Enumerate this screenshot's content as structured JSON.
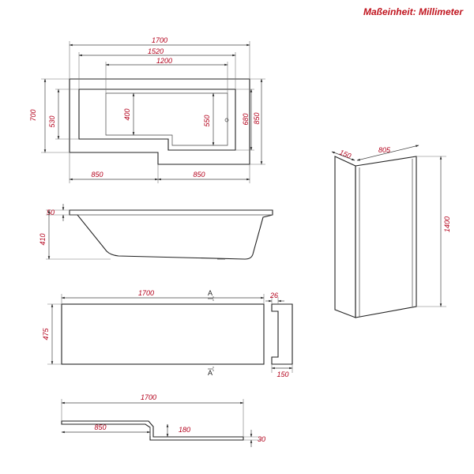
{
  "unit_note": "Maßeinheit: Millimeter",
  "colors": {
    "dimension_text": "#b3001b",
    "line": "#222222",
    "unit_note": "#c0141e"
  },
  "top_view": {
    "overall_length": "1700",
    "inner_length_1": "1520",
    "inner_length_2": "1200",
    "overall_width": "700",
    "narrow_inner_width": "530",
    "narrow_inner_depth": "400",
    "wide_inner_depth": "550",
    "wide_inner_width": "680",
    "wide_overall_width": "850",
    "left_section": "850",
    "right_section": "850"
  },
  "side_view": {
    "rim_height": "50",
    "total_height": "410"
  },
  "front_panel": {
    "length": "1700",
    "height": "475",
    "section_marker": "A",
    "thickness": "26",
    "depth": "150"
  },
  "end_panel": {
    "length": "1700",
    "step_position": "850",
    "step_depth": "180",
    "thickness": "30"
  },
  "screen": {
    "return_width": "150",
    "panel_width": "805",
    "height": "1400"
  }
}
